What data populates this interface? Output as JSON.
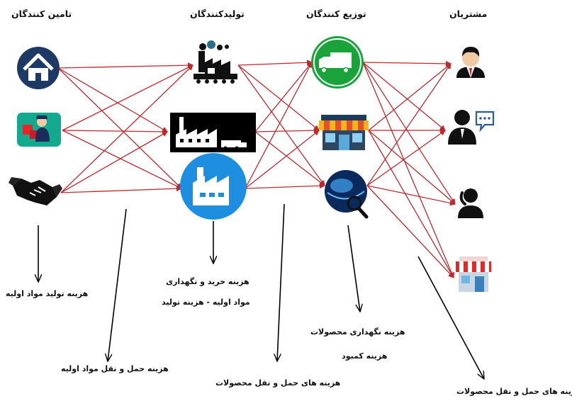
{
  "columns": {
    "suppliers": "تامین کنندگان",
    "manufacturers": "تولیدکنندگان",
    "distributors": "توزیع کنندگان",
    "customers": "مشتریان"
  },
  "nodes": {
    "suppliers": [
      "home-icon",
      "delivery-person-icon",
      "handshake-icon"
    ],
    "manufacturers": [
      "assembly-factory-icon",
      "industrial-factory-icon",
      "factory-circle-icon"
    ],
    "distributors": [
      "delivery-truck-icon",
      "store-icon",
      "globe-search-icon"
    ],
    "customers": [
      "customer-avatar-icon",
      "customer-chat-icon",
      "customer-phone-icon",
      "shop-icon"
    ]
  },
  "notes": {
    "raw_material_production_cost": "هزینه تولید مواد اولیه",
    "raw_material_transport_cost": "هزینه حمل و نقل مواد اولیه",
    "purchase_storage_line1": "هزینه خرید و نگهداری",
    "purchase_storage_line2": "مواد اولیه - هزینه تولید",
    "product_transport_cost_1": "هزینه های حمل و نقل محصولات",
    "product_storage_line1": "هزینه نگهداری محصولات",
    "product_storage_line2": "هزینه کمبود",
    "product_transport_cost_2": "هزینه های حمل و نقل محصولات"
  },
  "colors": {
    "flow_arrow": "#c0282d",
    "note_arrow": "#000000",
    "home_circle": "#1d3a66",
    "factory_circle": "#1e8fe0",
    "truck_circle": "#1aa33a",
    "globe": "#0a2a5e"
  }
}
